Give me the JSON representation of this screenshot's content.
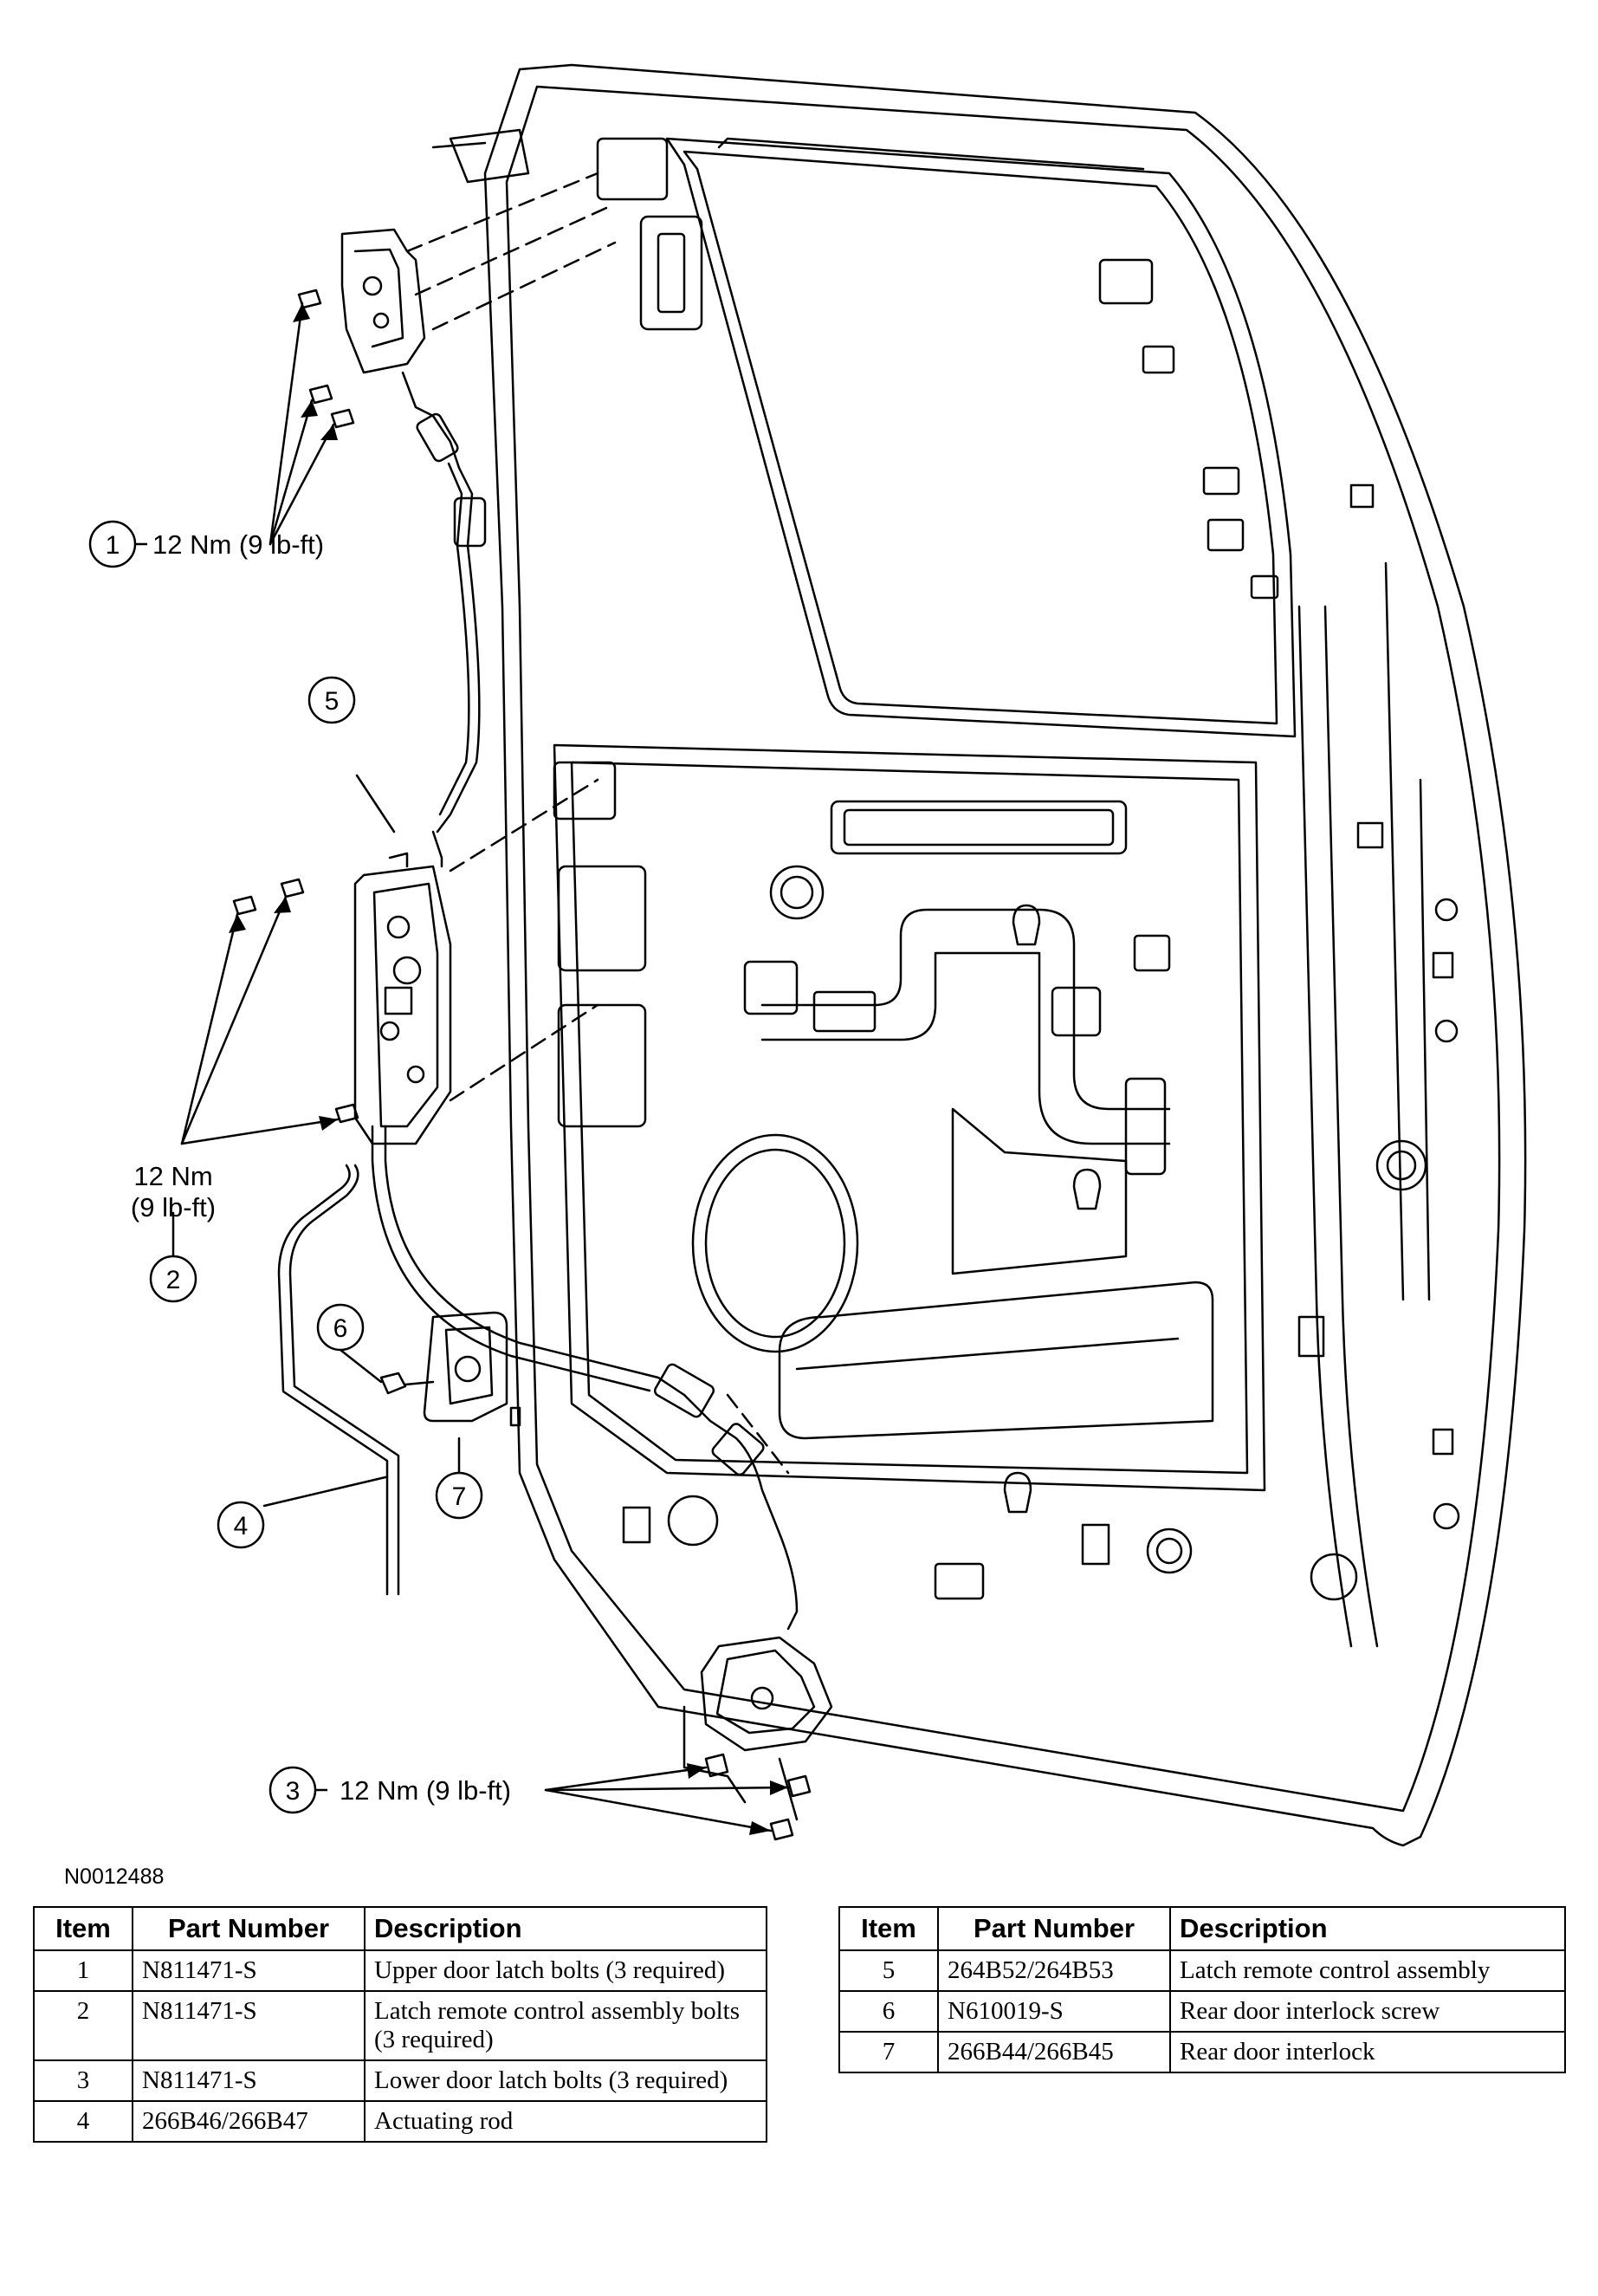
{
  "figure_code": "N0012488",
  "callouts": {
    "c1": {
      "num": "1",
      "label": "12 Nm (9 lb-ft)"
    },
    "c2": {
      "num": "2",
      "label_line1": "12 Nm",
      "label_line2": "(9 lb-ft)"
    },
    "c3": {
      "num": "3",
      "label": "12 Nm (9 lb-ft)"
    },
    "c4": {
      "num": "4"
    },
    "c5": {
      "num": "5"
    },
    "c6": {
      "num": "6"
    },
    "c7": {
      "num": "7"
    }
  },
  "table_headers": {
    "item": "Item",
    "part_number": "Part Number",
    "description": "Description"
  },
  "parts_left": [
    {
      "item": "1",
      "part_number": "N811471-S",
      "description": "Upper door latch bolts (3 required)"
    },
    {
      "item": "2",
      "part_number": "N811471-S",
      "description": "Latch remote control assembly bolts (3 required)"
    },
    {
      "item": "3",
      "part_number": "N811471-S",
      "description": "Lower door latch bolts (3 required)"
    },
    {
      "item": "4",
      "part_number": "266B46/266B47",
      "description": "Actuating rod"
    }
  ],
  "parts_right": [
    {
      "item": "5",
      "part_number": "264B52/264B53",
      "description": "Latch remote control assembly"
    },
    {
      "item": "6",
      "part_number": "N610019-S",
      "description": "Rear door interlock screw"
    },
    {
      "item": "7",
      "part_number": "266B44/266B45",
      "description": "Rear door interlock"
    }
  ]
}
